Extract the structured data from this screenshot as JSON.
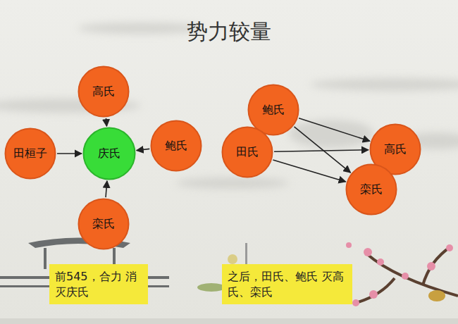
{
  "diagram": {
    "title": "势力较量",
    "nodes": [
      {
        "text": [
          "高氏"
        ]
      },
      {
        "text": [
          "田桓子"
        ]
      },
      {
        "text": [
          "庆氏"
        ]
      },
      {
        "text": [
          "鲍氏"
        ]
      },
      {
        "text": [
          "栾氏"
        ]
      },
      {
        "text": [
          "鲍氏"
        ]
      },
      {
        "text": [
          "田氏"
        ]
      },
      {
        "text": [
          "高氏"
        ]
      },
      {
        "text": [
          "栾氏"
        ]
      },
      {
        "text": [
          "前545，合力 消灭庆氏"
        ]
      },
      {
        "text": [
          "之后，田氏、鲍氏 灭高氏、栾氏"
        ]
      }
    ],
    "edges": [
      {
        "from": 0,
        "to": 2,
        "arrow": "to"
      },
      {
        "from": 1,
        "to": 2,
        "arrow": "to"
      },
      {
        "from": 3,
        "to": 2,
        "arrow": "to"
      },
      {
        "from": 4,
        "to": 2,
        "arrow": "to"
      },
      {
        "from": 5,
        "to": 7,
        "arrow": "to"
      },
      {
        "from": 5,
        "to": 8,
        "arrow": "to"
      },
      {
        "from": 6,
        "to": 7,
        "arrow": "to"
      },
      {
        "from": 6,
        "to": 8,
        "arrow": "to"
      }
    ]
  }
}
